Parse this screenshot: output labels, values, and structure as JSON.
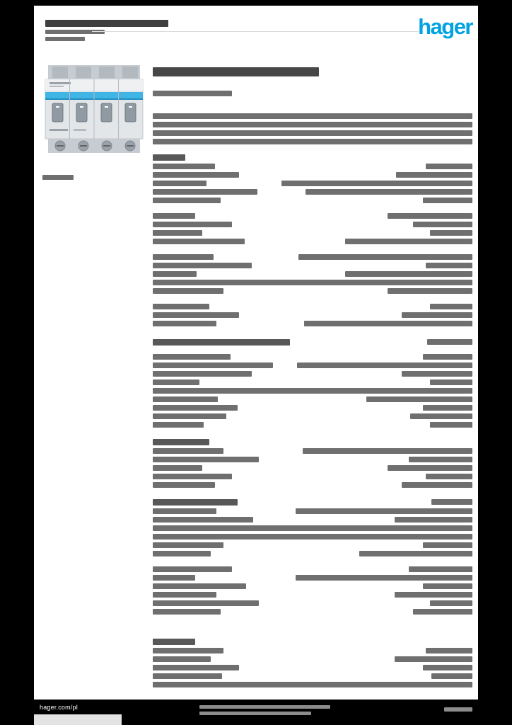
{
  "brand": {
    "logo_text": "hager",
    "logo_color": "#00a2e2"
  },
  "footer": {
    "url": "hager.com/pl"
  },
  "document": {
    "kind": "product-datasheet-page",
    "readable_text_note": "body text illegible at capture resolution; rendered as redacted bars",
    "header_bars": [
      {
        "w": 174,
        "h": 10,
        "c": "#3f3f3f"
      },
      {
        "w": 84,
        "h": 6,
        "c": "#6f6f6f"
      },
      {
        "w": 56,
        "h": 6,
        "c": "#6f6f6f"
      }
    ],
    "left_column": {
      "reference_bar": {
        "w": 44,
        "h": 7
      }
    },
    "blocks": [
      {
        "t": "title",
        "l": 235
      },
      {
        "t": "gap",
        "h": 16
      },
      {
        "t": "sub",
        "l": 112
      },
      {
        "t": "gap",
        "h": 20
      },
      {
        "t": "para",
        "lines": [
          100,
          100,
          100,
          100
        ]
      },
      {
        "t": "gap",
        "h": 10
      },
      {
        "t": "head",
        "l": 46
      },
      {
        "t": "row",
        "l": 88,
        "v": 66
      },
      {
        "t": "row",
        "l": 122,
        "v": 108
      },
      {
        "t": "row",
        "l": 76,
        "v": 270
      },
      {
        "t": "row",
        "l": 148,
        "v": 236
      },
      {
        "t": "row",
        "l": 96,
        "v": 70
      },
      {
        "t": "gap",
        "h": 10
      },
      {
        "t": "row",
        "l": 60,
        "v": 120
      },
      {
        "t": "row",
        "l": 112,
        "v": 84
      },
      {
        "t": "row",
        "l": 70,
        "v": 60
      },
      {
        "t": "row",
        "l": 130,
        "v": 180
      },
      {
        "t": "gap",
        "h": 10
      },
      {
        "t": "row",
        "l": 86,
        "v": 246
      },
      {
        "t": "row",
        "l": 140,
        "v": 66
      },
      {
        "t": "row",
        "l": 62,
        "v": 180
      },
      {
        "t": "para",
        "lines": [
          100
        ]
      },
      {
        "t": "row",
        "l": 100,
        "v": 120
      },
      {
        "t": "gap",
        "h": 10
      },
      {
        "t": "row",
        "l": 80,
        "v": 60
      },
      {
        "t": "row",
        "l": 122,
        "v": 100
      },
      {
        "t": "row",
        "l": 90,
        "v": 238
      },
      {
        "t": "gap",
        "h": 14
      },
      {
        "t": "head",
        "l": 194,
        "v": 64
      },
      {
        "t": "gap",
        "h": 8
      },
      {
        "t": "row",
        "l": 110,
        "v": 70
      },
      {
        "t": "row",
        "l": 170,
        "v": 248
      },
      {
        "t": "row",
        "l": 140,
        "v": 100
      },
      {
        "t": "row",
        "l": 66,
        "v": 60
      },
      {
        "t": "para",
        "lines": [
          100
        ]
      },
      {
        "t": "row",
        "l": 92,
        "v": 150
      },
      {
        "t": "row",
        "l": 120,
        "v": 70
      },
      {
        "t": "row",
        "l": 104,
        "v": 88
      },
      {
        "t": "row",
        "l": 72,
        "v": 60
      },
      {
        "t": "gap",
        "h": 12
      },
      {
        "t": "head",
        "l": 80
      },
      {
        "t": "row",
        "l": 100,
        "v": 240
      },
      {
        "t": "row",
        "l": 150,
        "v": 90
      },
      {
        "t": "row",
        "l": 70,
        "v": 120
      },
      {
        "t": "row",
        "l": 112,
        "v": 66
      },
      {
        "t": "row",
        "l": 88,
        "v": 100
      },
      {
        "t": "gap",
        "h": 12
      },
      {
        "t": "head",
        "l": 120,
        "v": 58
      },
      {
        "t": "row",
        "l": 90,
        "v": 250
      },
      {
        "t": "row",
        "l": 142,
        "v": 110
      },
      {
        "t": "para",
        "lines": [
          100,
          100
        ]
      },
      {
        "t": "row",
        "l": 100,
        "v": 70
      },
      {
        "t": "row",
        "l": 82,
        "v": 160
      },
      {
        "t": "gap",
        "h": 10
      },
      {
        "t": "row",
        "l": 112,
        "v": 90
      },
      {
        "t": "row",
        "l": 60,
        "v": 250
      },
      {
        "t": "row",
        "l": 132,
        "v": 70
      },
      {
        "t": "row",
        "l": 90,
        "v": 110
      },
      {
        "t": "row",
        "l": 150,
        "v": 60
      },
      {
        "t": "row",
        "l": 96,
        "v": 84
      },
      {
        "t": "gap",
        "h": 30
      },
      {
        "t": "head",
        "l": 60
      },
      {
        "t": "row",
        "l": 100,
        "v": 66
      },
      {
        "t": "row",
        "l": 82,
        "v": 110
      },
      {
        "t": "row",
        "l": 122,
        "v": 70
      },
      {
        "t": "row",
        "l": 98,
        "v": 58
      },
      {
        "t": "para",
        "lines": [
          100
        ]
      }
    ],
    "footer_bars": [
      {
        "w": 185
      },
      {
        "w": 158
      }
    ],
    "footer_right_bar": {
      "w": 40
    }
  }
}
